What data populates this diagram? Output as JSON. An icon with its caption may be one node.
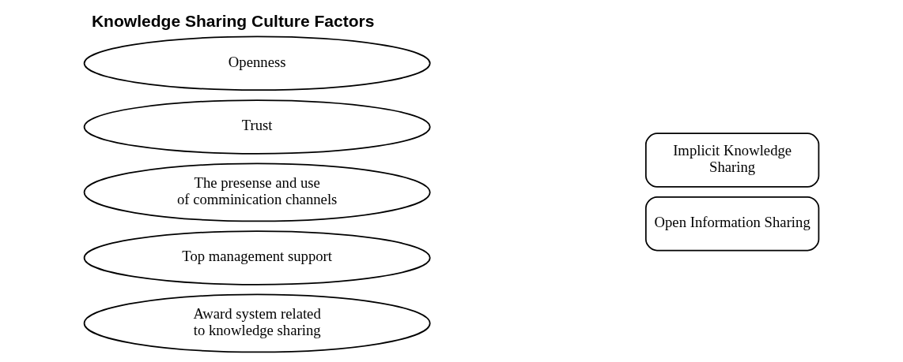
{
  "diagram": {
    "title": "Knowledge Sharing Culture Factors",
    "nodes": [
      {
        "text": [
          "Openness"
        ]
      },
      {
        "text": [
          "Trust"
        ]
      },
      {
        "text": [
          "The presense and use of comminication channels"
        ]
      },
      {
        "text": [
          "Top management support"
        ]
      },
      {
        "text": [
          "Award system related to knowledge sharing"
        ]
      },
      {
        "text": [
          "Implicit Knowledge Sharing"
        ]
      },
      {
        "text": [
          "Open Information Sharing"
        ]
      }
    ]
  }
}
